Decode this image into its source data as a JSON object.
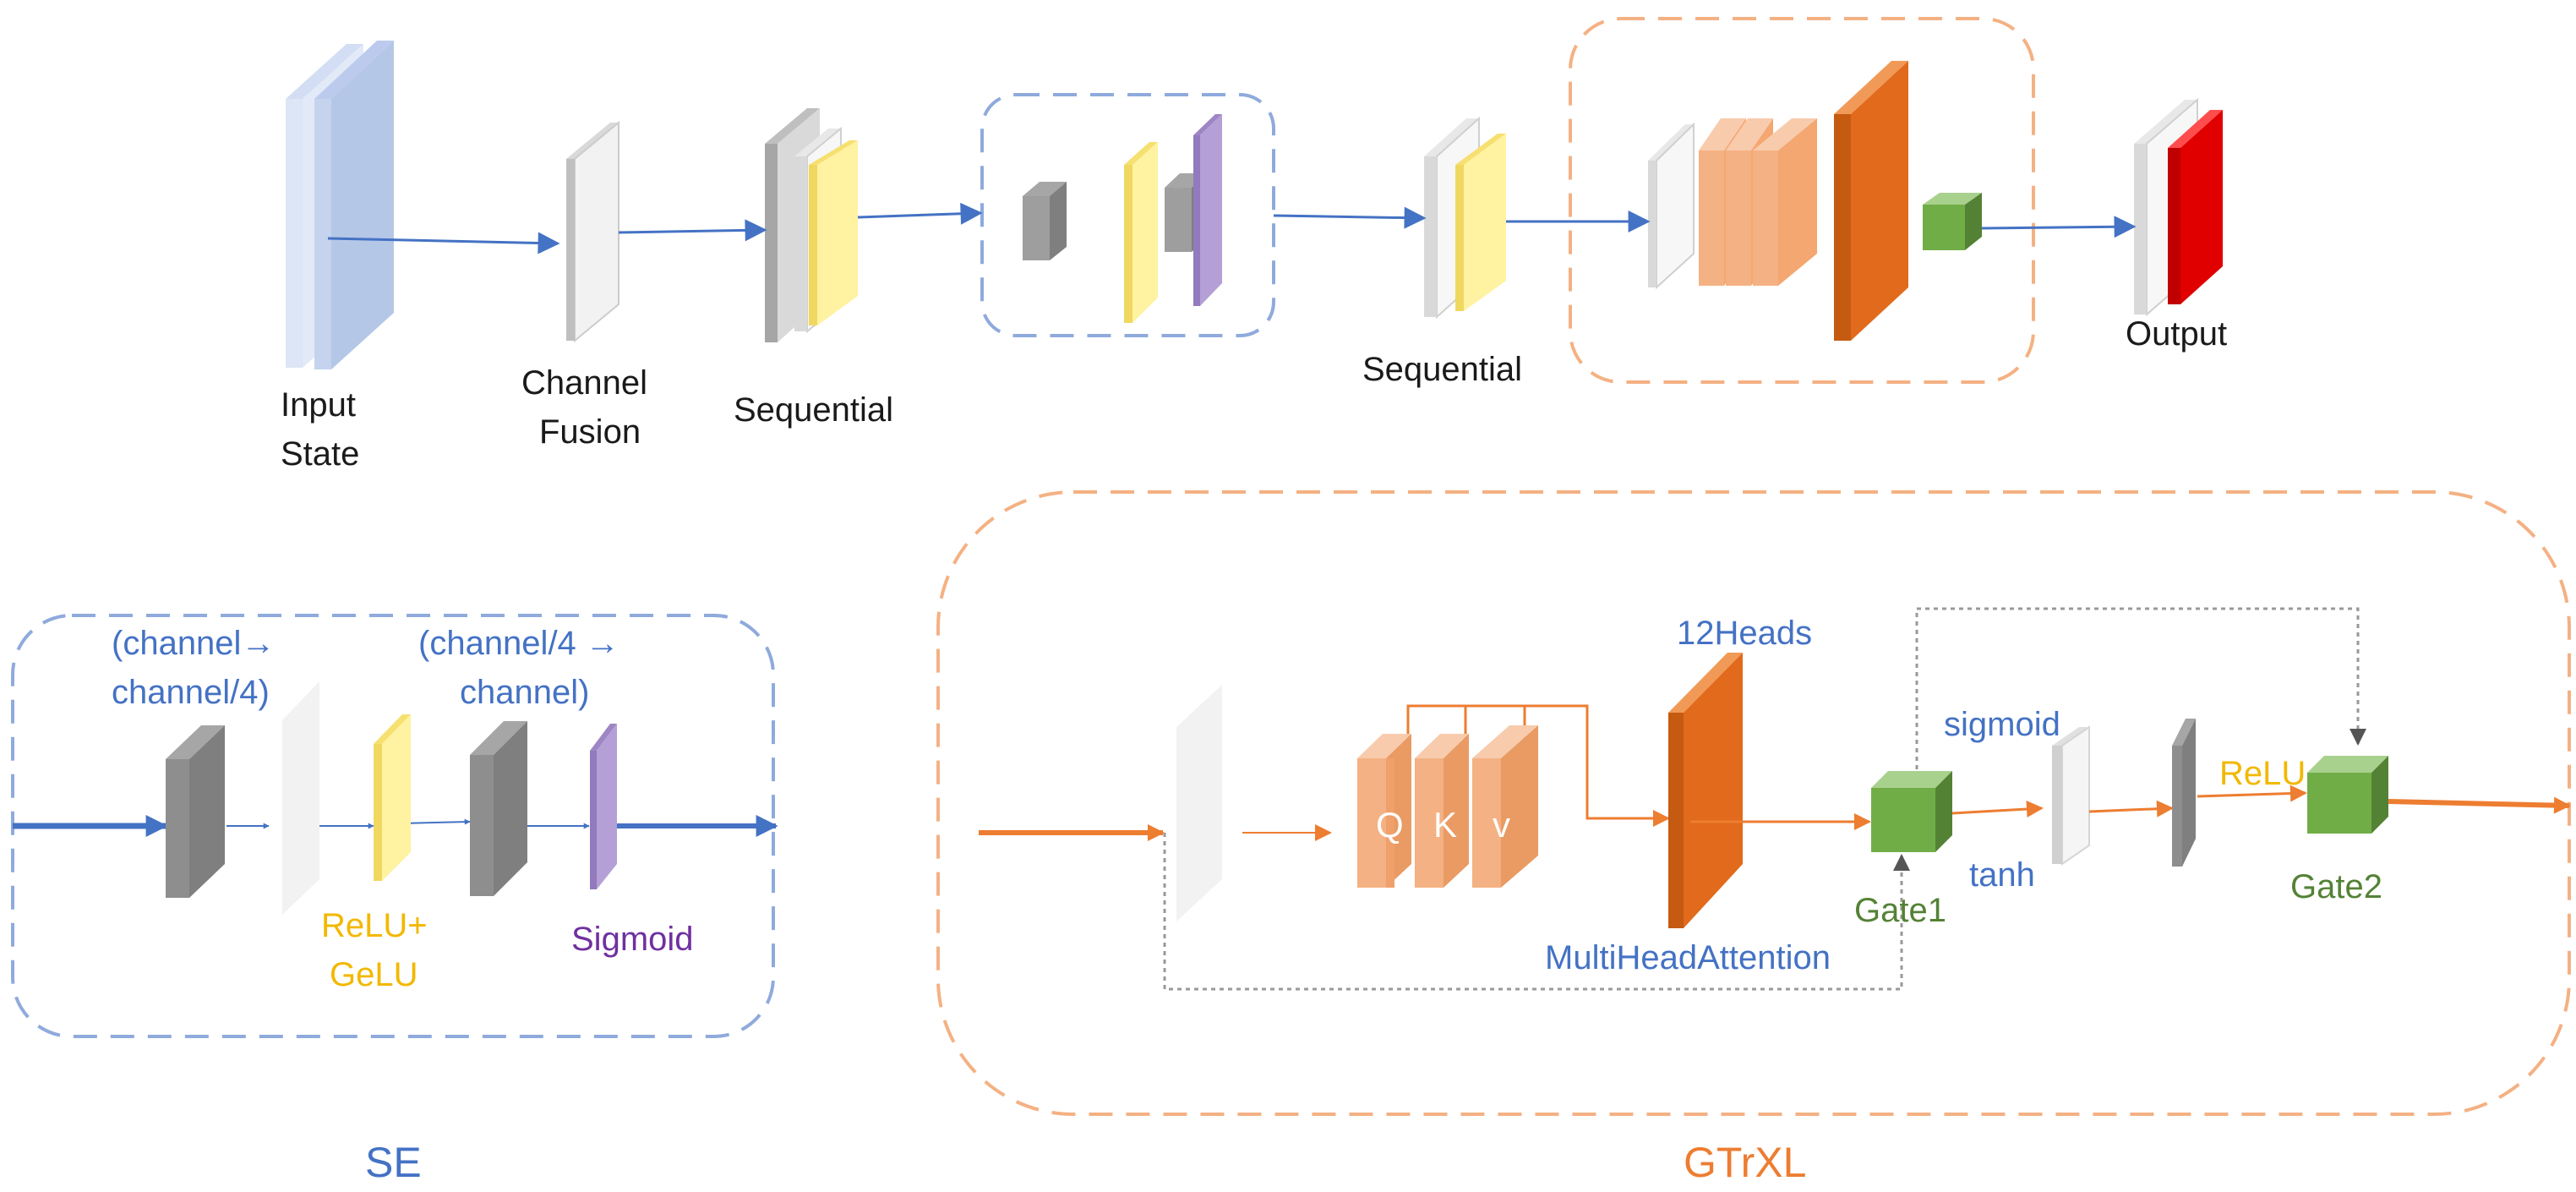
{
  "pipeline": {
    "input_state": [
      "Input",
      "State"
    ],
    "channel_fusion": [
      "Channel",
      "Fusion"
    ],
    "sequential_1": "Sequential",
    "sequential_2": "Sequential",
    "output": "Output"
  },
  "se_block": {
    "title": "SE",
    "reduce": [
      "(channel→",
      "channel/4)"
    ],
    "expand": [
      "(channel/4 →",
      "channel)"
    ],
    "activation": [
      "ReLU+",
      "GeLU"
    ],
    "gate": "Sigmoid"
  },
  "gtrxl_block": {
    "title": "GTrXL",
    "heads": "12Heads",
    "mha": "MultiHeadAttention",
    "q": "Q",
    "k": "K",
    "v": "v",
    "gate1": "Gate1",
    "gate2": "Gate2",
    "sigmoid": "sigmoid",
    "tanh": "tanh",
    "relu": "ReLU"
  },
  "colors": {
    "blue": "#4472c4",
    "orange": "#ed7d31",
    "dark_orange": "#e26a1c",
    "green": "#70ad47",
    "yellow": "#fff2a0",
    "purple": "#b4a0d6",
    "red": "#e00000",
    "gray": "#999999"
  }
}
